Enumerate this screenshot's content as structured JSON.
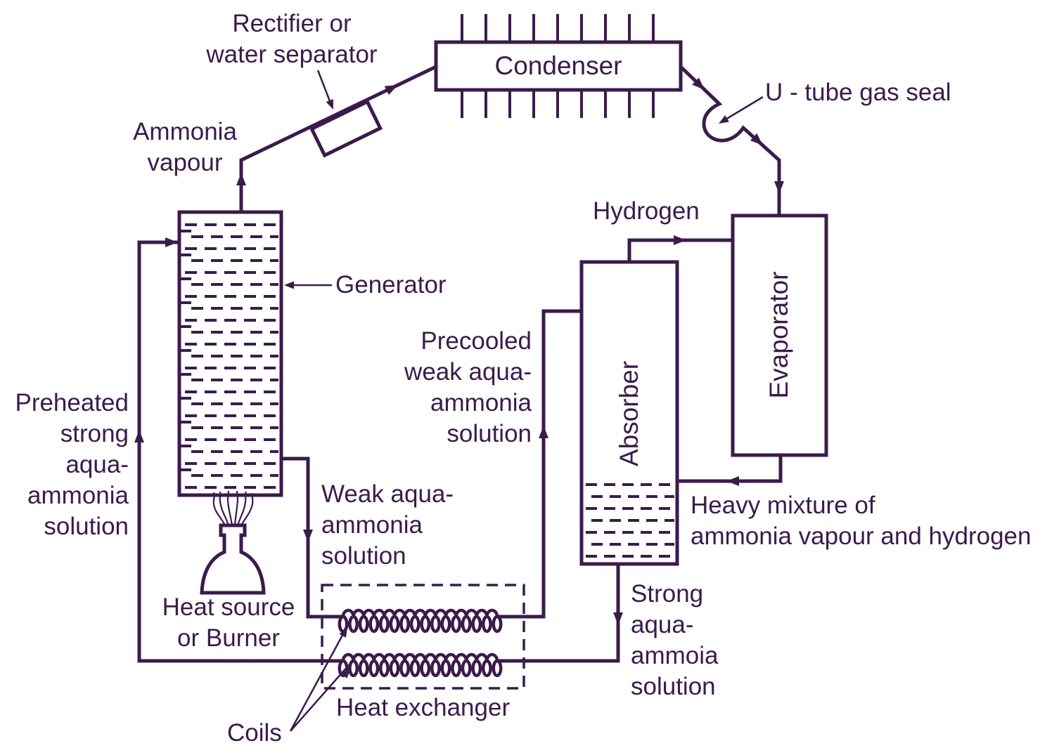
{
  "labels": {
    "rectifier": "Rectifier or\nwater separator",
    "condenser": "Condenser",
    "u_tube": "U - tube gas seal",
    "ammonia_vapour": "Ammonia\nvapour",
    "generator": "Generator",
    "hydrogen": "Hydrogen",
    "preheated": "Preheated\nstrong\naqua-\nammonia\nsolution",
    "precooled": "Precooled\nweak aqua-\nammonia\nsolution",
    "weak": "Weak aqua-\nammonia\nsolution",
    "heat_source": "Heat source\nor Burner",
    "heat_exchanger": "Heat exchanger",
    "coils": "Coils",
    "heavy_mixture": "Heavy mixture of\nammonia vapour and hydrogen",
    "strong": "Strong\naqua-\nammoia\nsolution",
    "absorber": "Absorber",
    "evaporator": "Evaporator"
  },
  "colors": {
    "ink": "#3b1b4b",
    "background": "#ffffff"
  }
}
